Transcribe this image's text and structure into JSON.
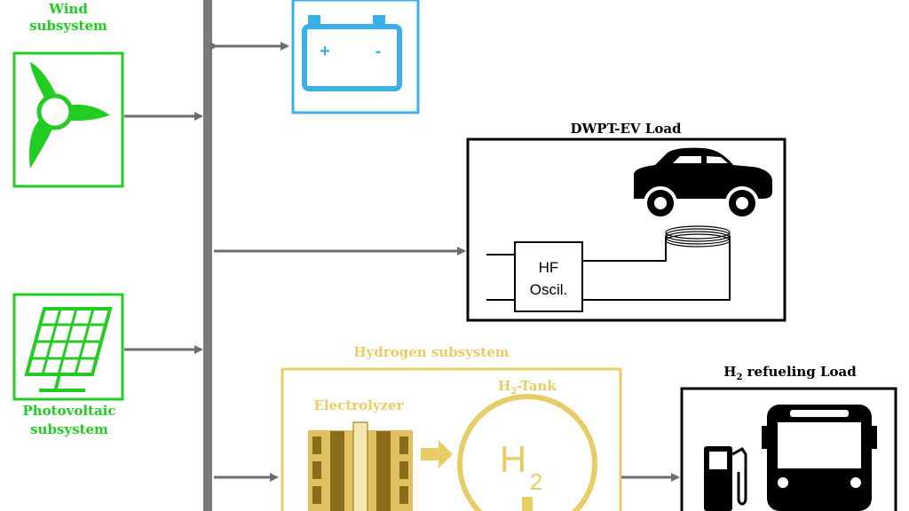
{
  "colors": {
    "wind": "#22cc22",
    "pv": "#22cc22",
    "battery": "#3bb0e8",
    "hydrogen": "#e8cc66",
    "electrolyzer_dark": "#8a6d1a",
    "electrolyzer_fill": "#e0c060",
    "bus": "#7a7a7a",
    "arrow": "#6e6e6e",
    "black": "#000000"
  },
  "wind": {
    "label_line1": "Wind",
    "label_line2": "subsystem",
    "icon": "wind-turbine-icon"
  },
  "pv": {
    "label_line1": "Photovoltaic",
    "label_line2": "subsystem",
    "icon": "solar-panel-icon"
  },
  "battery": {
    "icon": "battery-icon",
    "plus": "+",
    "minus": "-"
  },
  "dwpt": {
    "title": "DWPT-EV Load",
    "oscillator_line1": "HF",
    "oscillator_line2": "Oscil.",
    "car_icon": "car-icon",
    "coil_icon": "coil-icon"
  },
  "hydrogen": {
    "title": "Hydrogen subsystem",
    "electrolyzer_label": "Electrolyzer",
    "tank_label_prefix": "H",
    "tank_label_sub": "2",
    "tank_label_suffix": "-Tank",
    "tank_symbol": "H",
    "tank_symbol_sub": "2"
  },
  "refueling": {
    "title_prefix": "H",
    "title_sub": "2",
    "title_suffix": " refueling Load",
    "pump_icon": "fuel-pump-icon",
    "bus_icon": "bus-icon"
  }
}
